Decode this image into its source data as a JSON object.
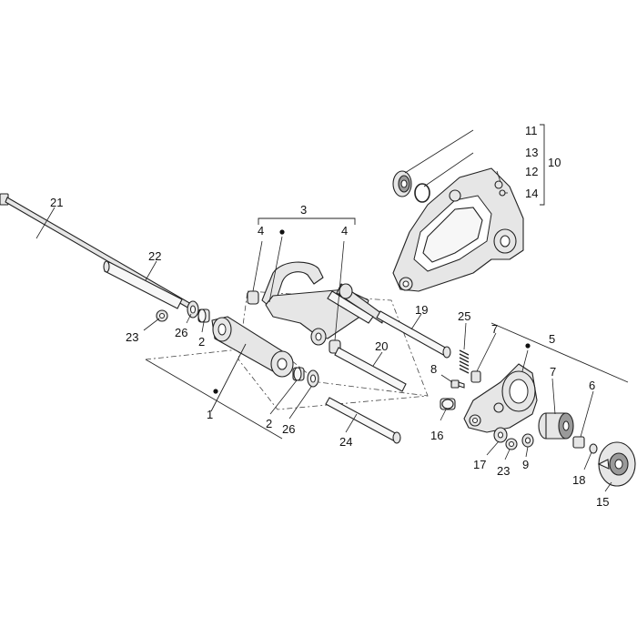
{
  "callouts": {
    "c1": "1",
    "c2a": "2",
    "c2b": "2",
    "c3": "3",
    "c4a": "4",
    "c4b": "4",
    "c5": "5",
    "c6": "6",
    "c7a": "7",
    "c7b": "7",
    "c8": "8",
    "c9": "9",
    "c10": "10",
    "c11": "11",
    "c12": "12",
    "c13": "13",
    "c14": "14",
    "c15": "15",
    "c16": "16",
    "c17": "17",
    "c18": "18",
    "c19": "19",
    "c20": "20",
    "c21": "21",
    "c22": "22",
    "c23a": "23",
    "c23b": "23",
    "c24": "24",
    "c25": "25",
    "c26a": "26",
    "c26b": "26"
  }
}
